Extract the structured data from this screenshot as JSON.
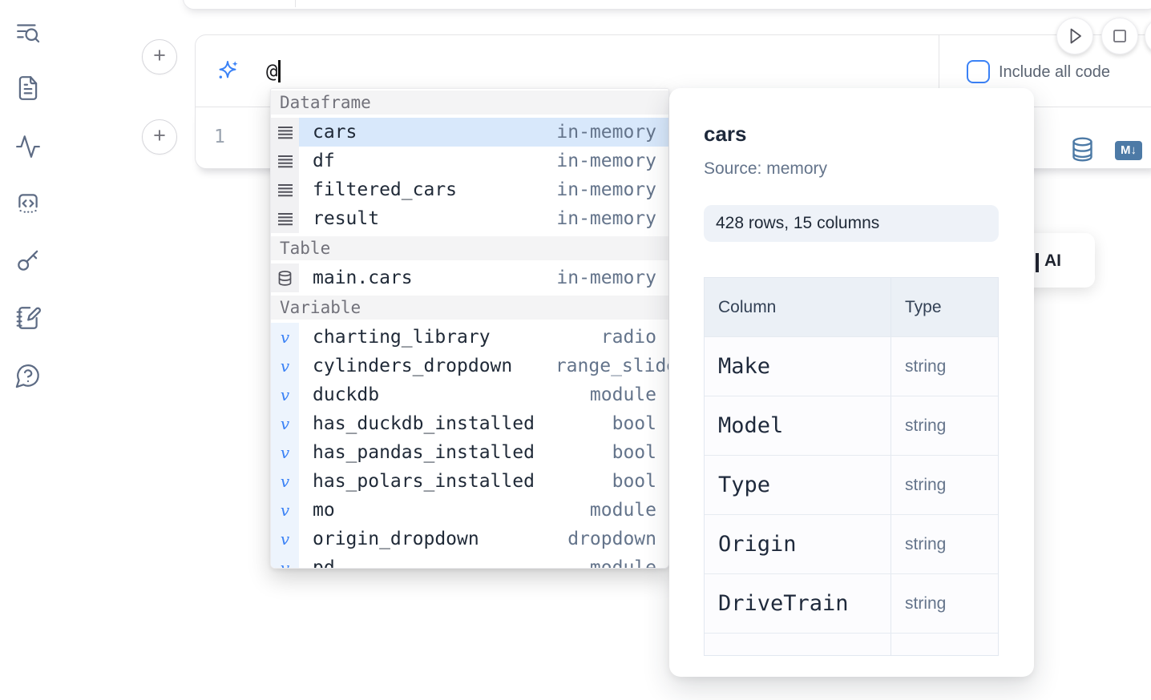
{
  "sidebar": {
    "icons": [
      "list-search-icon",
      "file-text-icon",
      "activity-icon",
      "code-square-icon",
      "key-icon",
      "notebook-pen-icon",
      "help-chat-icon"
    ]
  },
  "composer": {
    "input_value": "@",
    "include_all_code": {
      "label": "Include all code",
      "checked": false
    }
  },
  "run_controls": {
    "icons": [
      "play-icon",
      "stop-icon",
      "partial-button"
    ]
  },
  "cell": {
    "line_number": "1",
    "markdown_badge": "M↓",
    "icons": [
      "database-icon",
      "markdown-icon"
    ]
  },
  "autocomplete": {
    "sections": [
      {
        "label": "Dataframe",
        "icon": "dataframe-rows-icon",
        "items": [
          {
            "name": "cars",
            "meta": "in-memory",
            "selected": true
          },
          {
            "name": "df",
            "meta": "in-memory",
            "selected": false
          },
          {
            "name": "filtered_cars",
            "meta": "in-memory",
            "selected": false
          },
          {
            "name": "result",
            "meta": "in-memory",
            "selected": false
          }
        ]
      },
      {
        "label": "Table",
        "icon": "table-database-icon",
        "items": [
          {
            "name": "main.cars",
            "meta": "in-memory",
            "selected": false
          }
        ]
      },
      {
        "label": "Variable",
        "icon": "variable-icon",
        "items": [
          {
            "name": "charting_library",
            "meta": "radio",
            "selected": false
          },
          {
            "name": "cylinders_dropdown",
            "meta": "range_slider",
            "selected": false,
            "meta_clipped": true
          },
          {
            "name": "duckdb",
            "meta": "module",
            "selected": false
          },
          {
            "name": "has_duckdb_installed",
            "meta": "bool",
            "selected": false
          },
          {
            "name": "has_pandas_installed",
            "meta": "bool",
            "selected": false
          },
          {
            "name": "has_polars_installed",
            "meta": "bool",
            "selected": false
          },
          {
            "name": "mo",
            "meta": "module",
            "selected": false
          },
          {
            "name": "origin_dropdown",
            "meta": "dropdown",
            "selected": false
          },
          {
            "name": "pd",
            "meta": "module",
            "selected": false
          }
        ]
      }
    ]
  },
  "preview": {
    "title": "cars",
    "source": "Source: memory",
    "shape_badge": "428 rows, 15 columns",
    "schema": {
      "headers": [
        "Column",
        "Type"
      ],
      "rows": [
        {
          "column": "Make",
          "type": "string"
        },
        {
          "column": "Model",
          "type": "string"
        },
        {
          "column": "Type",
          "type": "string"
        },
        {
          "column": "Origin",
          "type": "string"
        },
        {
          "column": "DriveTrain",
          "type": "string"
        }
      ]
    }
  },
  "ai_card": {
    "label": "AI"
  },
  "colors": {
    "accent": "#3b82f6",
    "steel_blue": "#4d7aa6",
    "selected_row": "#d8e8fb",
    "sidebar_icon": "#5d6b84"
  }
}
